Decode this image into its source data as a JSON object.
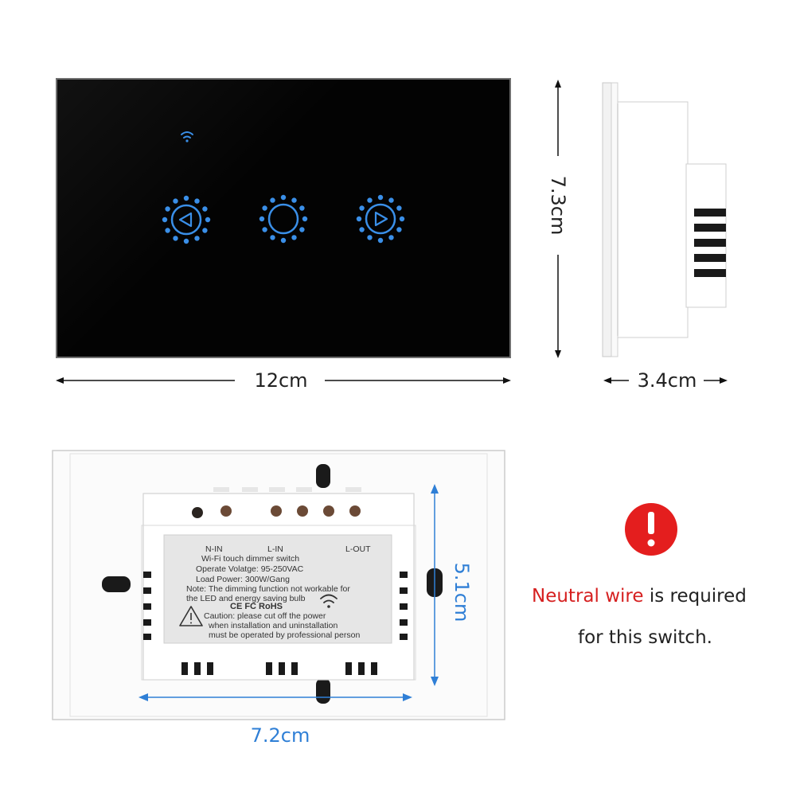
{
  "dimensions": {
    "front_width": "12cm",
    "front_height": "7.3cm",
    "side_depth": "3.4cm",
    "back_height": "5.1cm",
    "back_width": "7.2cm"
  },
  "label": {
    "terminal_n_in": "N-IN",
    "terminal_l_in": "L-IN",
    "terminal_l_out": "L-OUT",
    "line1": "Wi-Fi touch dimmer switch",
    "line2": "Operate Volatge: 95-250VAC",
    "line3": "Load Power: 300W/Gang",
    "line4": "Note: The dimming function not workable for",
    "line5": "the LED and energy saving bulb",
    "marks": "CE FC RoHS",
    "line6": "Caution: please cut off the power",
    "line7": "when installation and uninstallation",
    "line8": "must be operated by professional person"
  },
  "notice": {
    "highlight": "Neutral wire",
    "rest": " is required",
    "line2": "for this switch."
  },
  "colors": {
    "glass": "#050505",
    "led_blue": "#3a8fe8",
    "dimension_blue": "#2f7fd6",
    "warning_red": "#e41e1e",
    "highlight_red": "#d62020"
  },
  "icons": [
    "wifi-icon",
    "dim-down-button",
    "power-button",
    "dim-up-button",
    "warning-icon"
  ]
}
